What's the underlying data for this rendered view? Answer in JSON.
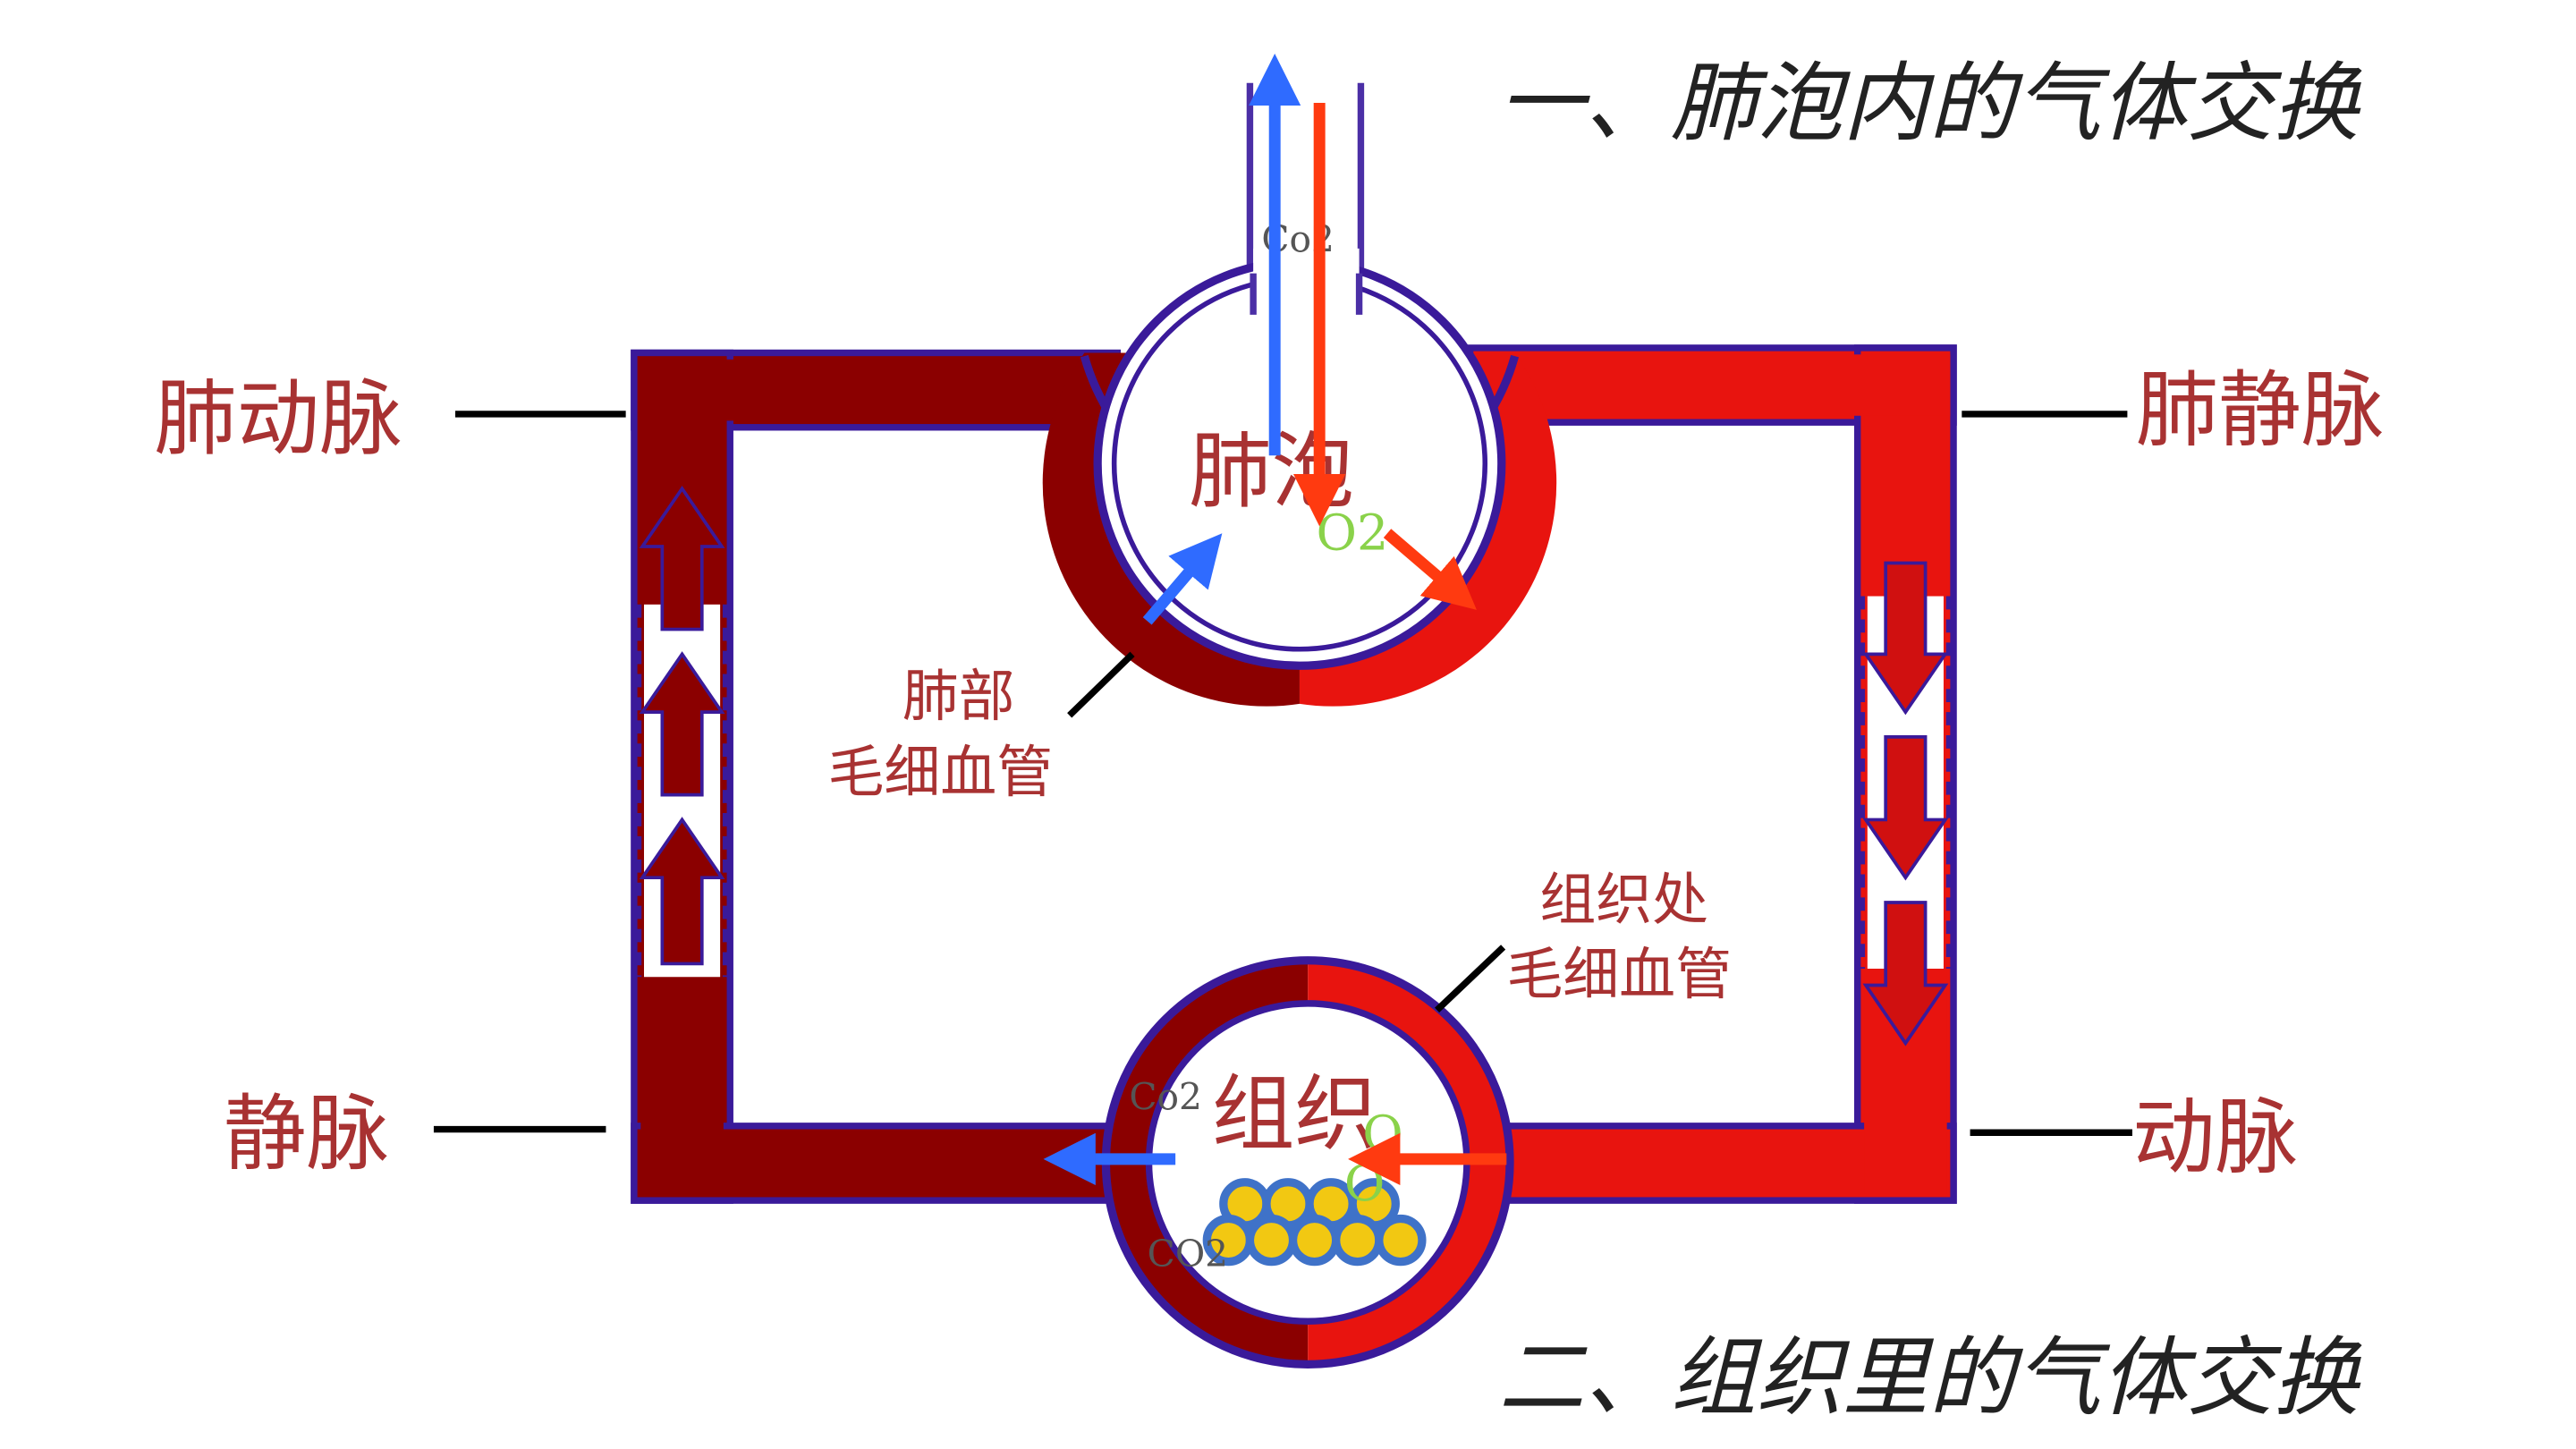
{
  "headings": {
    "lung_exchange": "一、肺泡内的气体交换",
    "tissue_exchange": "二、组织里的气体交换"
  },
  "labels": {
    "pulmonary_artery": "肺动脉",
    "pulmonary_vein": "肺静脉",
    "vein": "静脉",
    "artery": "动脉",
    "alveolus": "肺泡",
    "tissue": "组织",
    "lung_capillary_line1": "肺部",
    "lung_capillary_line2": "毛细血管",
    "tissue_capillary_line1": "组织处",
    "tissue_capillary_line2": "毛细血管"
  },
  "gases": {
    "co2_alveolus": "Co2",
    "o2_alveolus": "O2",
    "co2_tissue_top": "Co2",
    "co2_tissue_bottom": "CO2",
    "o2_tissue_a": "O",
    "o2_tissue_b": "O"
  },
  "colors": {
    "venous_blood": "#8b0000",
    "arterial_blood": "#e8140f",
    "vessel_outline": "#3a1a9a",
    "co2_arrow": "#2f6bff",
    "o2_arrow": "#ff3a10",
    "label_text": "#a83232",
    "heading_text": "#222222",
    "o2_text": "#8ad24a",
    "cell_fill": "#f2c812",
    "cell_ring": "#3f72c8"
  }
}
